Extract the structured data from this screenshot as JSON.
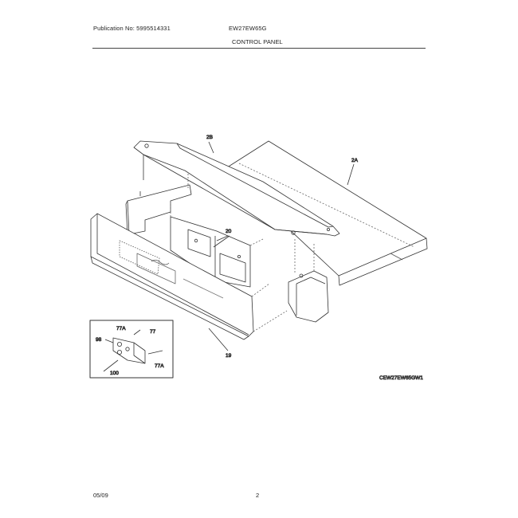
{
  "header": {
    "publication": "Publication No: 5995514331",
    "model": "EW27EW65G",
    "section_title": "CONTROL PANEL"
  },
  "callouts": {
    "top_rail": "2B",
    "top_panel": "2A",
    "bracket": "20",
    "end_cap": "19",
    "inset_a1": "77A",
    "inset_a2": "77",
    "inset_b": "98",
    "inset_c": "100",
    "inset_d": "77A"
  },
  "diagram_code": "CEW27EW65GW1",
  "footer": {
    "date": "05/09",
    "page": "2"
  }
}
